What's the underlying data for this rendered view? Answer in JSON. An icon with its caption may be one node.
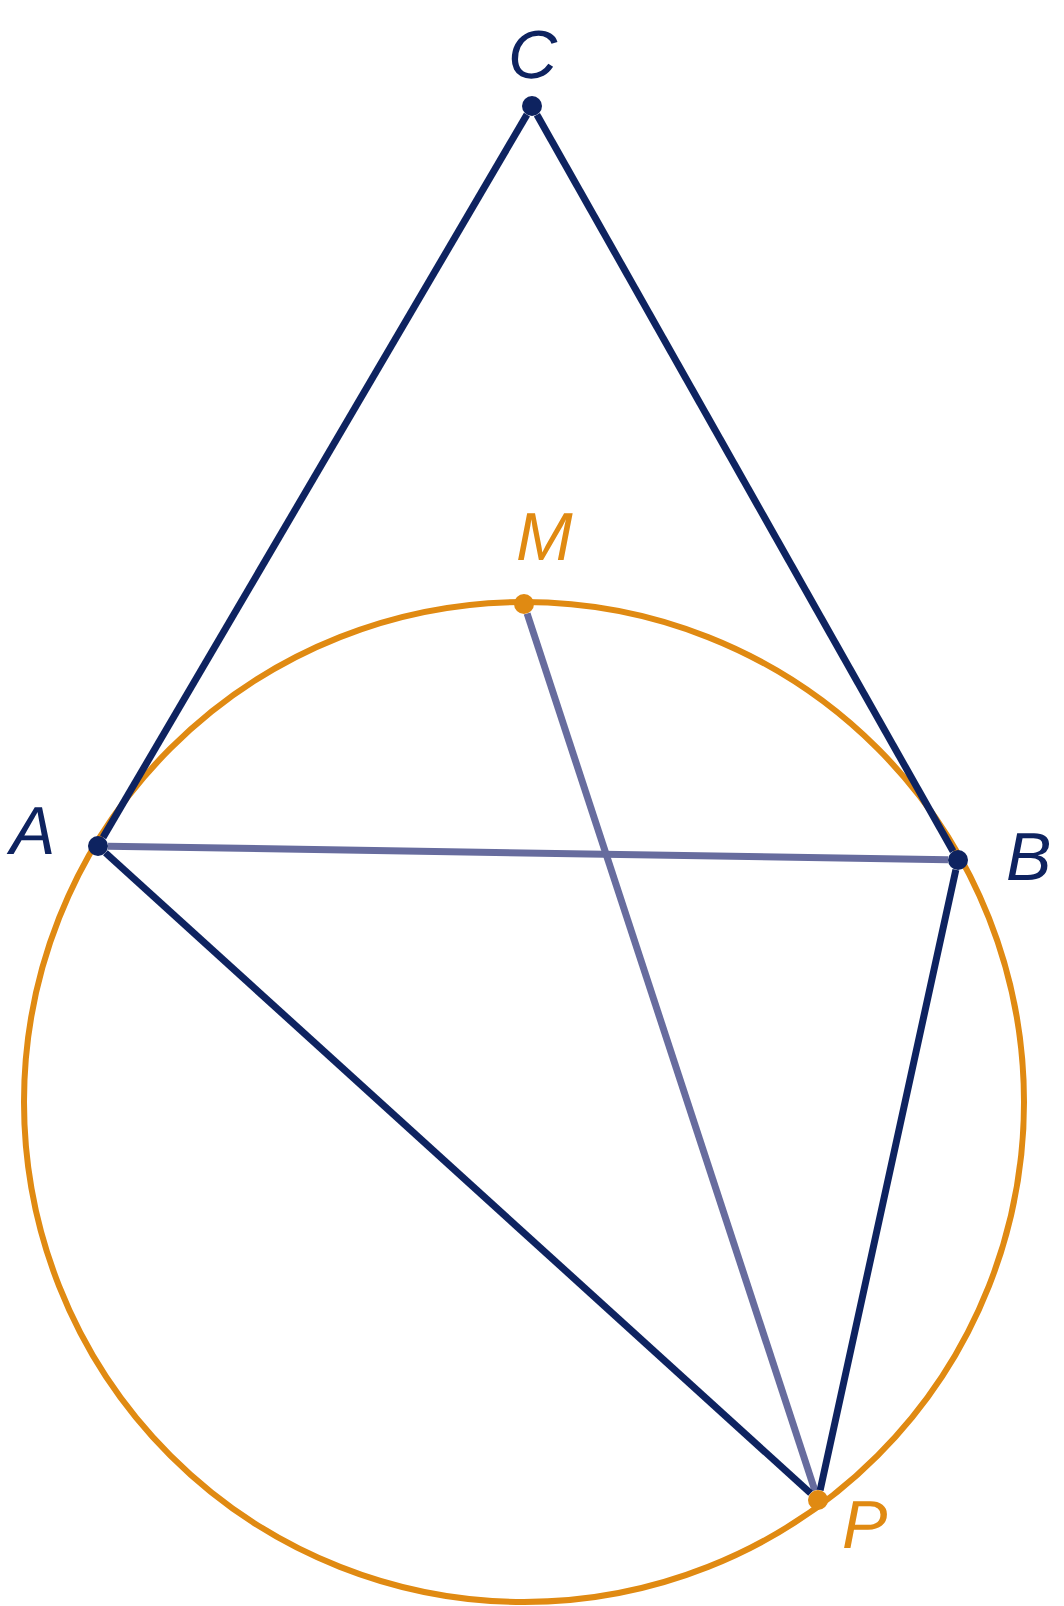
{
  "diagram": {
    "nodes": [
      {
        "text": [
          "C"
        ]
      },
      {
        "text": [
          "M"
        ]
      },
      {
        "text": [
          "A"
        ]
      },
      {
        "text": [
          "B"
        ]
      },
      {
        "text": [
          "P"
        ]
      }
    ],
    "edges": [
      {
        "from": 0,
        "to": 2,
        "arrow": "none"
      },
      {
        "from": 0,
        "to": 3,
        "arrow": "none"
      },
      {
        "from": 2,
        "to": 3,
        "arrow": "none",
        "color": "#676c9e"
      },
      {
        "from": 1,
        "to": 4,
        "arrow": "none",
        "color": "#676c9e"
      },
      {
        "from": 2,
        "to": 4,
        "arrow": "none"
      },
      {
        "from": 3,
        "to": 4,
        "arrow": "none"
      }
    ]
  }
}
